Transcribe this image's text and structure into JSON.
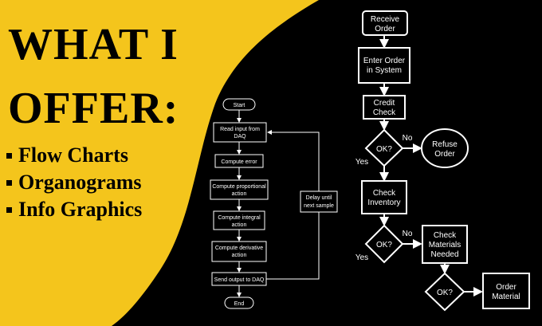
{
  "colors": {
    "yellow": "#F4C51C",
    "black": "#000000",
    "white": "#FFFFFF",
    "flow_bg": "#FFFFFF",
    "flow_text": "#000000"
  },
  "headline": {
    "line1": "WHAT I",
    "line2": "OFFER:"
  },
  "bullets": [
    "Flow Charts",
    "Organograms",
    "Info Graphics"
  ],
  "left_flow": {
    "start": "Start",
    "read_input": [
      "Read input from",
      "DAQ"
    ],
    "compute_error": "Compute error",
    "prop": [
      "Compute proportional",
      "action"
    ],
    "integral": [
      "Compute integral",
      "action"
    ],
    "derivative": [
      "Compute derivative",
      "action"
    ],
    "send": "Send output to DAQ",
    "end": "End",
    "delay": [
      "Delay until",
      "next sample"
    ]
  },
  "right_flow": {
    "receive": [
      "Receive",
      "Order"
    ],
    "enter": [
      "Enter Order",
      "in System"
    ],
    "credit": [
      "Credit",
      "Check"
    ],
    "ok": "OK?",
    "no": "No",
    "yes": "Yes",
    "refuse": [
      "Refuse",
      "Order"
    ],
    "inventory": [
      "Check",
      "Inventory"
    ],
    "materials": [
      "Check",
      "Materials",
      "Needed"
    ],
    "order_material": [
      "Order",
      "Material"
    ]
  }
}
